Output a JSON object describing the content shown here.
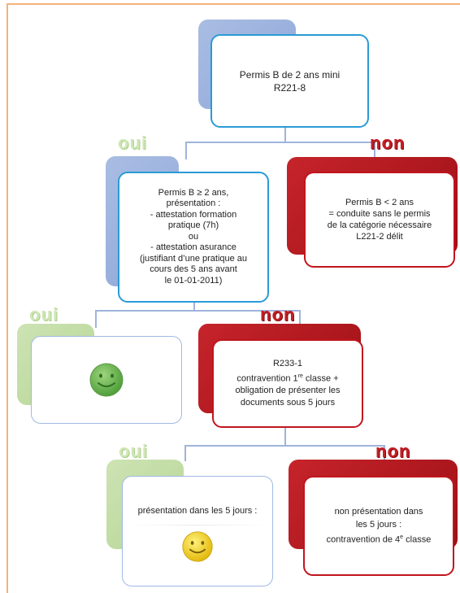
{
  "nodes": {
    "root": {
      "line1": "Permis B de 2 ans mini",
      "line2": "R221-8"
    },
    "level1_oui": {
      "lines": [
        "Permis B ≥ 2 ans,",
        "présentation :",
        "- attestation formation",
        "pratique (7h)",
        "ou",
        "- attestation asurance",
        "(justifiant d’une pratique au",
        "cours des 5 ans avant",
        "le 01-01-2011)"
      ]
    },
    "level1_non": {
      "lines": [
        "Permis B < 2 ans",
        "= conduite sans le permis",
        "de la catégorie nécessaire",
        "L221-2 délit"
      ]
    },
    "level2_non": {
      "line1": "R233-1",
      "line2_before": "contravention 1",
      "line2_sup": "re",
      "line2_after": " classe +",
      "line3": "obligation de présenter les",
      "line4": "documents sous 5 jours"
    },
    "level3_oui": {
      "text": "présentation dans les 5 jours :"
    },
    "level3_non": {
      "line1": "non présentation dans",
      "line2": "les 5 jours :",
      "line3_before": "contravention de 4",
      "line3_sup": "e",
      "line3_after": " classe"
    }
  },
  "labels": {
    "oui": "oui",
    "non": "non"
  },
  "colors": {
    "frame": "#f4b27a",
    "blue_border": "#2a9bd6",
    "red": "#c0151d",
    "green_smiley": "#5fb14a",
    "yellow_smiley": "#f2d21b"
  },
  "icons": {
    "happy": "smiley-face-icon"
  }
}
